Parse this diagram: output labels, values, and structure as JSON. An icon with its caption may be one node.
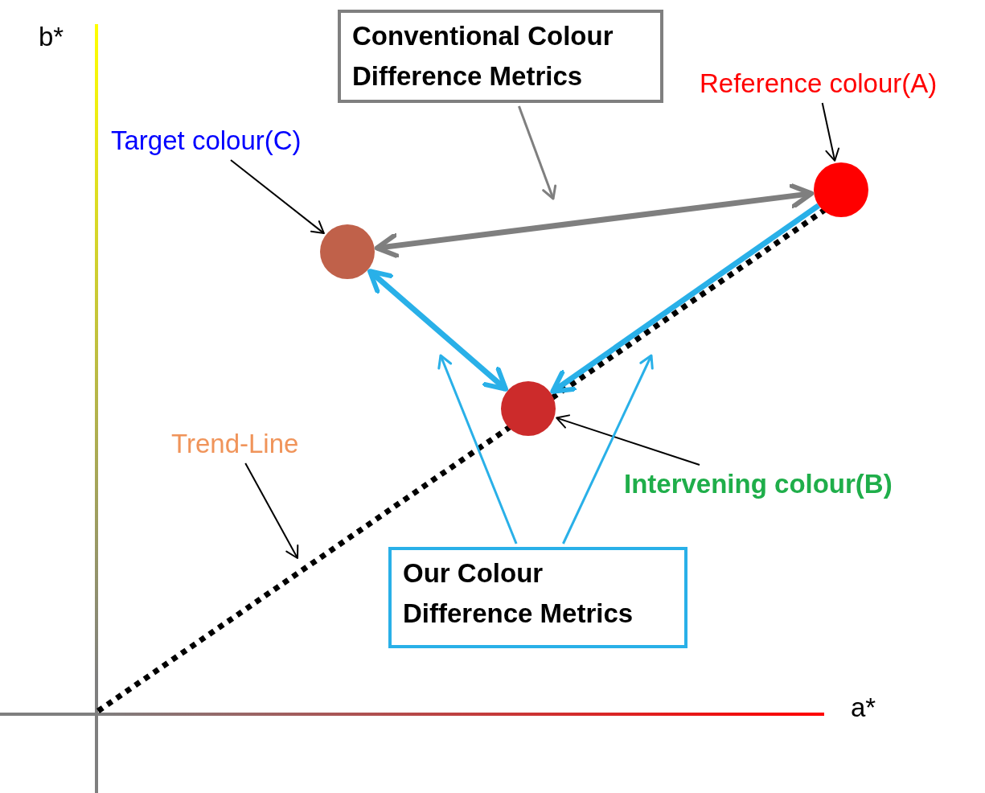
{
  "diagram": {
    "nodes": [
      {
        "text": [
          "Conventional Colour Difference Metrics"
        ]
      },
      {
        "text": [
          "Reference colour(A)"
        ]
      },
      {
        "text": [
          "Target colour(C)"
        ]
      },
      {
        "text": [],
        "shape": "circle"
      },
      {
        "text": [],
        "shape": "circle"
      },
      {
        "text": [],
        "shape": "circle"
      },
      {
        "text": [
          "Intervening colour(B)"
        ]
      },
      {
        "text": [
          "Trend-Line"
        ]
      },
      {
        "text": [
          "Our Colour Difference Metrics"
        ]
      }
    ],
    "edges": [
      {
        "from": 1,
        "to": 3,
        "arrow": "to"
      },
      {
        "from": 2,
        "to": 4,
        "arrow": "to"
      },
      {
        "from": 6,
        "to": 5,
        "arrow": "to"
      },
      {
        "from": 7,
        "to": null,
        "arrow": "to"
      },
      {
        "from": 0,
        "to": null,
        "arrow": "to",
        "color": "#7f7f7f"
      },
      {
        "from": 3,
        "to": 4,
        "arrow": "both",
        "style": "thick",
        "color": "#7f7f7f"
      },
      {
        "from": 4,
        "to": 5,
        "arrow": "both",
        "style": "thick",
        "color": "#29b0e8"
      },
      {
        "from": 3,
        "to": 5,
        "arrow": "to",
        "style": "thick",
        "color": "#29b0e8"
      },
      {
        "from": 8,
        "to": null,
        "arrow": "to",
        "color": "#29b0e8"
      },
      {
        "from": 8,
        "to": null,
        "arrow": "to",
        "color": "#29b0e8"
      }
    ],
    "labels": [
      "b*",
      "a*"
    ]
  }
}
